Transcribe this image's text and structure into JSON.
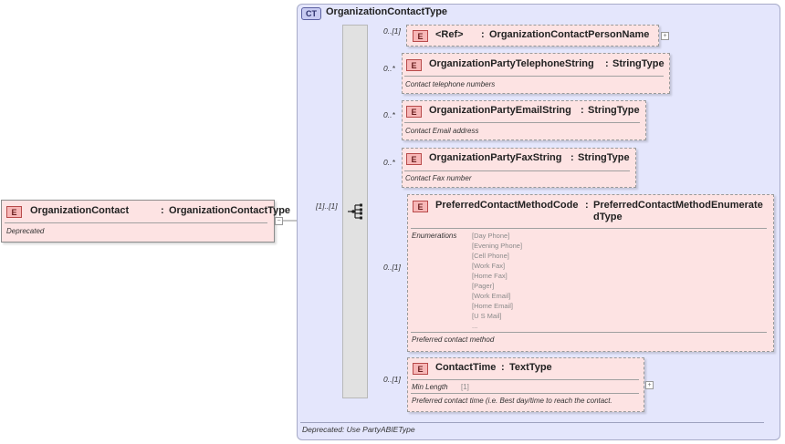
{
  "root": {
    "badge": "E",
    "name": "OrganizationContact",
    "colon": ":",
    "type": "OrganizationContactType",
    "doc": "Deprecated"
  },
  "complex_type": {
    "badge": "CT",
    "name": "OrganizationContactType",
    "footer": "Deprecated: Use PartyABIEType"
  },
  "sequence": {
    "cardinality": "[1]..[1]"
  },
  "elements": [
    {
      "badge": "E",
      "name": "<Ref>",
      "colon": ":",
      "type": "OrganizationContactPersonName",
      "cardinality": "0..[1]",
      "doc": ""
    },
    {
      "badge": "E",
      "name": "OrganizationPartyTelephoneString",
      "colon": ":",
      "type": "StringType",
      "cardinality": "0..*",
      "doc": "Contact telephone numbers"
    },
    {
      "badge": "E",
      "name": "OrganizationPartyEmailString",
      "colon": ":",
      "type": "StringType",
      "cardinality": "0..*",
      "doc": "Contact Email address"
    },
    {
      "badge": "E",
      "name": "OrganizationPartyFaxString",
      "colon": ":",
      "type": "StringType",
      "cardinality": "0..*",
      "doc": "Contact Fax number"
    },
    {
      "badge": "E",
      "name": "PreferredContactMethodCode",
      "colon": ":",
      "type_line1": "PreferredContactMethodEnumerate",
      "type_line2": "dType",
      "cardinality": "0..[1]",
      "enum_label": "Enumerations",
      "enumerations": [
        "[Day Phone]",
        "[Evening Phone]",
        "[Cell Phone]",
        "[Work Fax]",
        "[Home Fax]",
        "[Pager]",
        "[Work Email]",
        "[Home Email]",
        "[U S Mail]",
        "..."
      ],
      "doc": "Preferred contact method"
    },
    {
      "badge": "E",
      "name": "ContactTime",
      "colon": ":",
      "type": "TextType",
      "cardinality": "0..[1]",
      "facet_label": "Min Length",
      "facet_value": "[1]",
      "doc": "Preferred contact time (i.e. Best day/time to reach the contact."
    }
  ],
  "expand_symbol": "+",
  "collapse_symbol": "−"
}
